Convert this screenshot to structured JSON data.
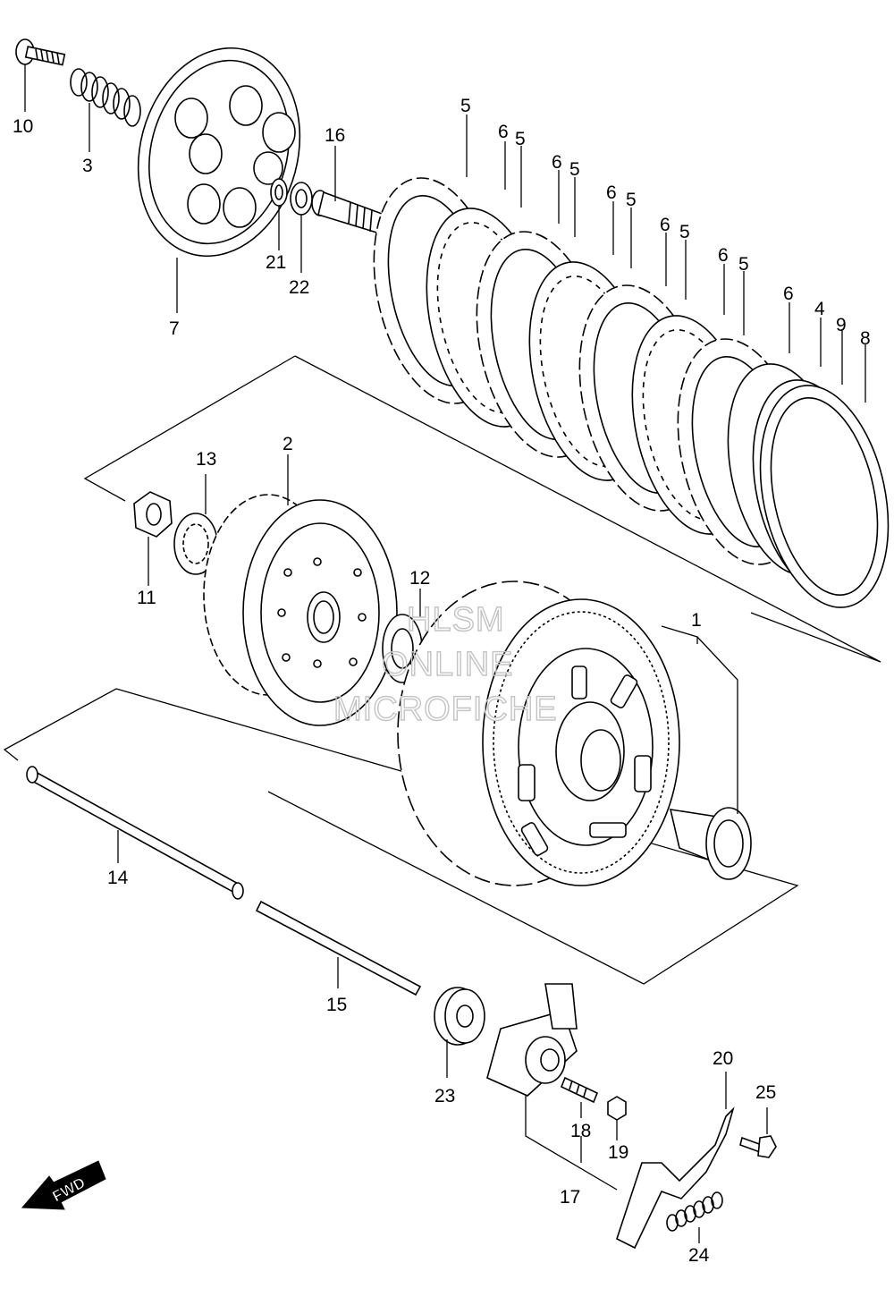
{
  "callouts": [
    {
      "id": "10",
      "text": "10"
    },
    {
      "id": "3",
      "text": "3"
    },
    {
      "id": "7",
      "text": "7"
    },
    {
      "id": "16",
      "text": "16"
    },
    {
      "id": "21",
      "text": "21"
    },
    {
      "id": "22",
      "text": "22"
    },
    {
      "id": "5a",
      "text": "5"
    },
    {
      "id": "6a",
      "text": "6"
    },
    {
      "id": "5b",
      "text": "5"
    },
    {
      "id": "6b",
      "text": "6"
    },
    {
      "id": "5c",
      "text": "5"
    },
    {
      "id": "6c",
      "text": "6"
    },
    {
      "id": "5d",
      "text": "5"
    },
    {
      "id": "6d",
      "text": "6"
    },
    {
      "id": "5e",
      "text": "5"
    },
    {
      "id": "6e",
      "text": "6"
    },
    {
      "id": "5f",
      "text": "5"
    },
    {
      "id": "6f",
      "text": "6"
    },
    {
      "id": "4",
      "text": "4"
    },
    {
      "id": "9",
      "text": "9"
    },
    {
      "id": "8",
      "text": "8"
    },
    {
      "id": "2",
      "text": "2"
    },
    {
      "id": "13",
      "text": "13"
    },
    {
      "id": "11",
      "text": "11"
    },
    {
      "id": "12",
      "text": "12"
    },
    {
      "id": "1",
      "text": "1"
    },
    {
      "id": "14",
      "text": "14"
    },
    {
      "id": "15",
      "text": "15"
    },
    {
      "id": "23",
      "text": "23"
    },
    {
      "id": "17",
      "text": "17"
    },
    {
      "id": "18",
      "text": "18"
    },
    {
      "id": "19",
      "text": "19"
    },
    {
      "id": "20",
      "text": "20"
    },
    {
      "id": "25",
      "text": "25"
    },
    {
      "id": "24",
      "text": "24"
    }
  ],
  "watermark": [
    "HLSM",
    "ONLINE",
    "MICROFICHE"
  ],
  "fwd_label": "FWD"
}
